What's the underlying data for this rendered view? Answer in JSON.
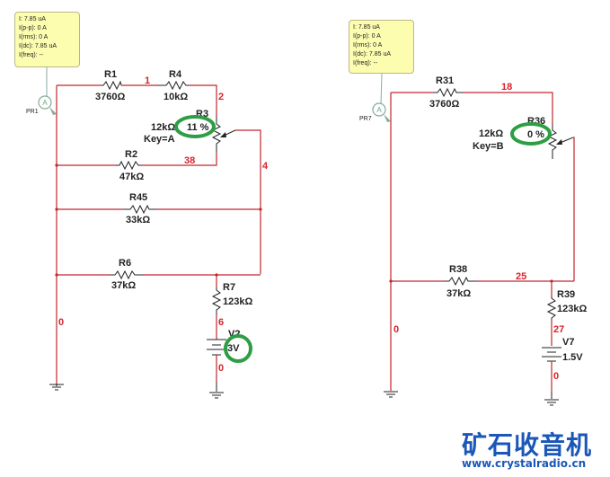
{
  "probes": [
    {
      "name": "PR1",
      "readings": [
        "I: 7.85 uA",
        "I(p-p): 0 A",
        "I(rms): 0 A",
        "I(dc): 7.85 uA",
        "I(freq): --"
      ]
    },
    {
      "name": "PR7",
      "readings": [
        "I: 7.85 uA",
        "I(p-p): 0 A",
        "I(rms): 0 A",
        "I(dc): 7.85 uA",
        "I(freq): --"
      ]
    }
  ],
  "circuit1": {
    "components": {
      "R1": {
        "name": "R1",
        "value": "3760Ω"
      },
      "R4": {
        "name": "R4",
        "value": "10kΩ"
      },
      "R3": {
        "name": "R3",
        "value": "12kΩ",
        "key": "Key=A",
        "setting": "11 %"
      },
      "R2": {
        "name": "R2",
        "value": "47kΩ"
      },
      "R45": {
        "name": "R45",
        "value": "33kΩ"
      },
      "R6": {
        "name": "R6",
        "value": "37kΩ"
      },
      "R7": {
        "name": "R7",
        "value": "123kΩ"
      },
      "V2": {
        "name": "V2",
        "value": "3V"
      }
    },
    "nets": [
      "1",
      "2",
      "38",
      "4",
      "0",
      "6",
      "0"
    ]
  },
  "circuit2": {
    "components": {
      "R31": {
        "name": "R31",
        "value": "3760Ω"
      },
      "R36": {
        "name": "R36",
        "value": "12kΩ",
        "key": "Key=B",
        "setting": "0 %"
      },
      "R38": {
        "name": "R38",
        "value": "37kΩ"
      },
      "R39": {
        "name": "R39",
        "value": "123kΩ"
      },
      "V7": {
        "name": "V7",
        "value": "1.5V"
      }
    },
    "nets": [
      "18",
      "25",
      "0",
      "27",
      "0"
    ]
  },
  "watermark": {
    "title": "矿石收音机",
    "url": "www.crystalradio.cn",
    "color": "#1a57b8"
  },
  "colors": {
    "wire": "#c1272d",
    "net_label": "#d8232a",
    "highlight": "#2e9e45",
    "probe_bg": "#fdfdb0"
  }
}
